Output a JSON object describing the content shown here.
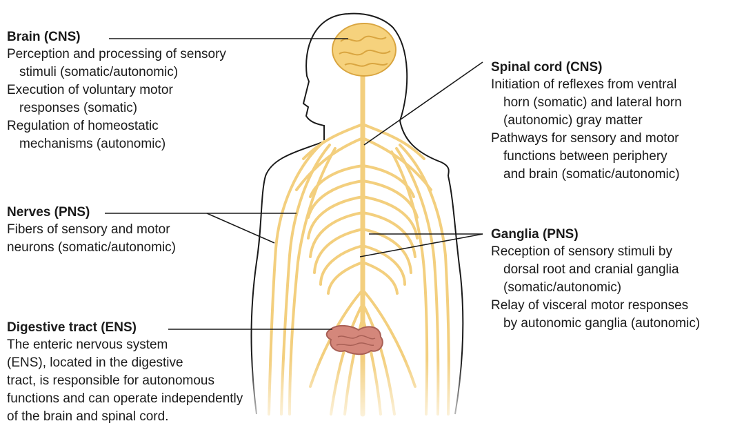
{
  "colors": {
    "nerve": "#f3cf7e",
    "nerve_stroke": "#d9a540",
    "brain": "#f6d27d",
    "intestine": "#d4877b",
    "outline": "#1a1a1a",
    "leader": "#1a1a1a"
  },
  "brain": {
    "title": "Brain (CNS)",
    "items": [
      [
        "Perception and processing of sensory",
        "stimuli (somatic/autonomic)"
      ],
      [
        "Execution of voluntary motor",
        "responses (somatic)"
      ],
      [
        "Regulation of homeostatic",
        "mechanisms (autonomic)"
      ]
    ]
  },
  "nerves": {
    "title": "Nerves (PNS)",
    "items": [
      [
        "Fibers of sensory and motor",
        "neurons (somatic/autonomic)"
      ]
    ]
  },
  "digestive": {
    "title": "Digestive tract (ENS)",
    "lines": [
      "The enteric nervous system",
      "(ENS), located in the digestive",
      "tract, is responsible for autonomous",
      "functions and can operate independently",
      "of the brain and spinal cord."
    ]
  },
  "spinal": {
    "title": "Spinal cord (CNS)",
    "items": [
      [
        "Initiation of reflexes from ventral",
        "horn (somatic) and lateral horn",
        "(autonomic) gray matter"
      ],
      [
        "Pathways for sensory and motor",
        "functions between periphery",
        "and brain (somatic/autonomic)"
      ]
    ]
  },
  "ganglia": {
    "title": "Ganglia (PNS)",
    "items": [
      [
        "Reception of sensory stimuli by",
        "dorsal root and cranial ganglia",
        "(somatic/autonomic)"
      ],
      [
        "Relay of visceral motor responses",
        "by autonomic ganglia (autonomic)"
      ]
    ]
  }
}
